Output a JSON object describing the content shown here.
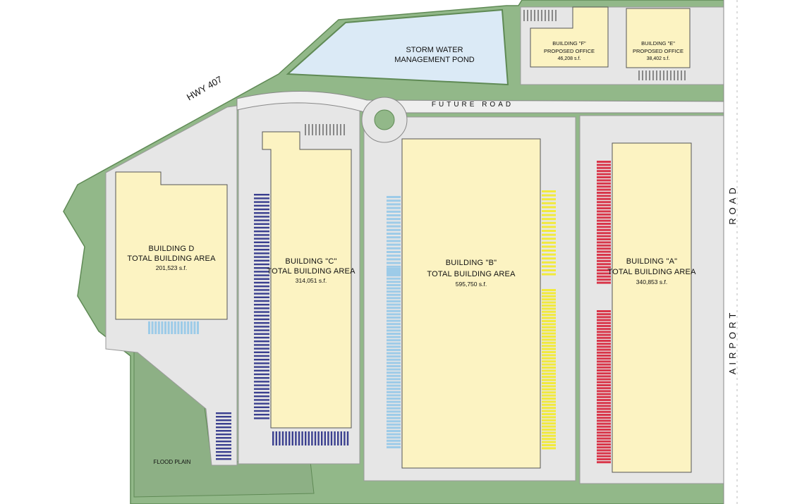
{
  "labels": {
    "highway": "HWY 407",
    "future_road": "FUTURE ROAD",
    "airport_road_upper": "ROAD",
    "airport_road_lower": "AIRPORT",
    "pond_line1": "STORM WATER",
    "pond_line2": "MANAGEMENT POND",
    "flood_plain": "FLOOD PLAIN"
  },
  "buildings": {
    "a": {
      "name": "BUILDING \"A\"",
      "subtitle": "TOTAL BUILDING AREA",
      "area": "340,853 s.f."
    },
    "b": {
      "name": "BUILDING \"B\"",
      "subtitle": "TOTAL BUILDING AREA",
      "area": "595,750 s.f."
    },
    "c": {
      "name": "BUILDING \"C\"",
      "subtitle": "TOTAL BUILDING AREA",
      "area": "314,051 s.f."
    },
    "d": {
      "name": "BUILDING D",
      "subtitle": "TOTAL BUILDING AREA",
      "area": "201,523 s.f."
    },
    "e": {
      "name": "BUILDING \"E\"",
      "subtitle": "PROPOSED OFFICE",
      "area": "38,402 s.f."
    },
    "f": {
      "name": "BUILDING \"F\"",
      "subtitle": "PROPOSED OFFICE",
      "area": "46,208 s.f."
    }
  },
  "colors": {
    "landscape": "#92b889",
    "landscape_edge": "#5f8a55",
    "paving": "#e6e6e6",
    "building": "#fcf3c2",
    "pond": "#dbeaf6",
    "loading_blue": "#9dcbe8",
    "loading_yellow": "#f2ea3c",
    "loading_red": "#d9364a",
    "parking_stall": "#3a3f8f"
  }
}
